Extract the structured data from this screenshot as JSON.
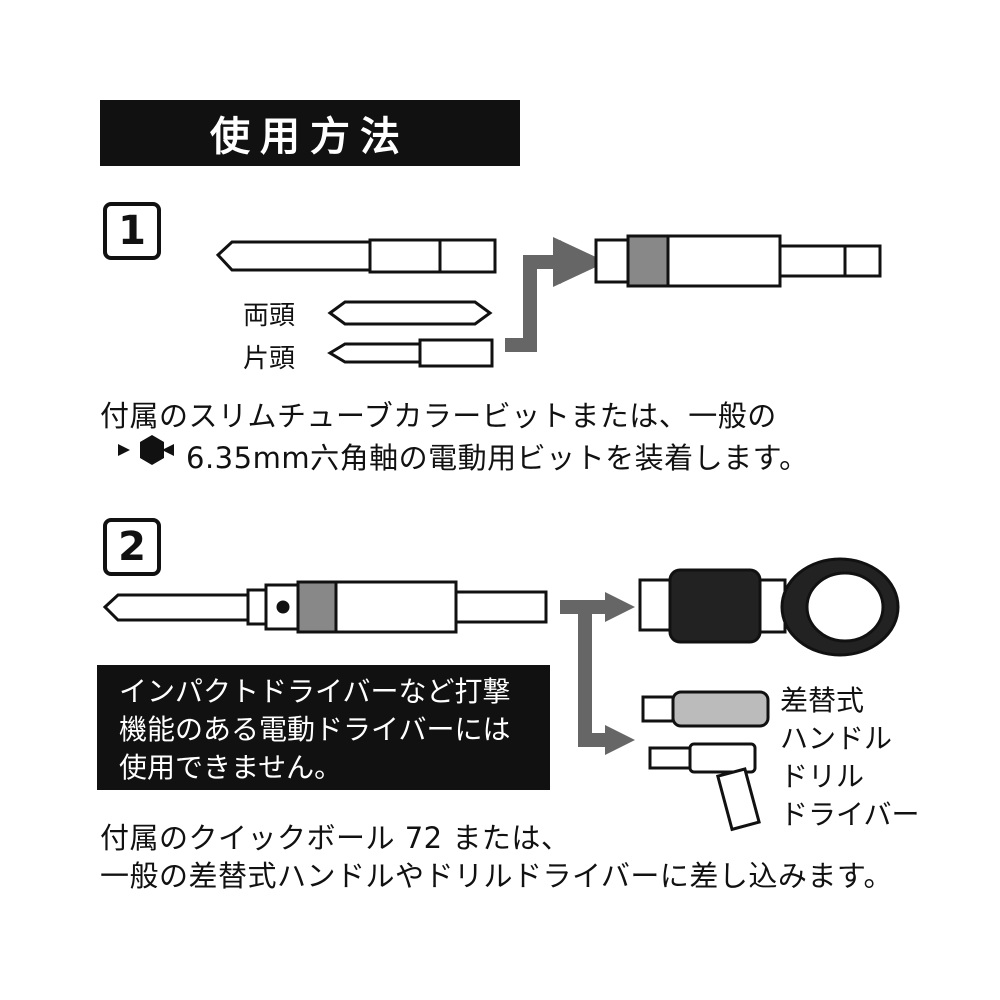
{
  "title": "使用方法",
  "step1": {
    "number": "1",
    "labels": {
      "double_ended": "両頭",
      "single_ended": "片頭"
    },
    "text_line1": "付属のスリムチューブカラービットまたは、一般の",
    "text_line2": "6.35mm六角軸の電動用ビットを装着します。"
  },
  "step2": {
    "number": "2",
    "warning": [
      "インパクトドライバーなど打撃",
      "機能のある電動ドライバーには",
      "使用できません。"
    ],
    "right_labels": [
      "差替式",
      "ハンドル",
      "ドリル",
      "ドライバー"
    ],
    "text_line1": "付属のクイックボール 72 または、",
    "text_line2": "一般の差替式ハンドルやドリルドライバーに差し込みます。"
  }
}
